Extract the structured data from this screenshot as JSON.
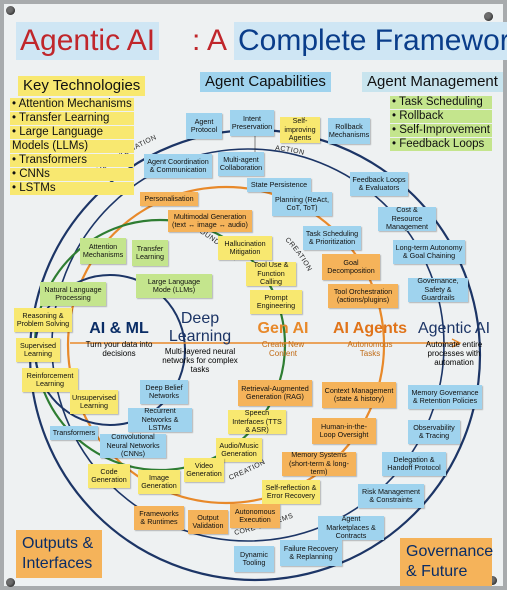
{
  "title": {
    "part1": "Agentic AI",
    "part2": ": A",
    "part3": "Complete Framework"
  },
  "headers": {
    "key_technologies": "Key Technologies",
    "agent_capabilities": "Agent Capabilities",
    "agent_management": "Agent Management"
  },
  "key_technologies": [
    "• Attention Mechanisms",
    "• Transfer Learning",
    "• Large Language",
    "Models (LLMs)",
    "• Transformers",
    "• CNNs",
    "• LSTMs"
  ],
  "agent_management": [
    "• Task Scheduling",
    "• Rollback",
    "• Self-Improvement",
    "• Feedback Loops"
  ],
  "rings": {
    "ai_ml": {
      "title": "AI & ML",
      "desc": "Turn your data into decisions"
    },
    "deep_learning": {
      "title": "Deep Learning",
      "desc": "Multi-layered neural networks for complex tasks"
    },
    "gen_ai": {
      "title": "Gen AI",
      "desc": "Create New Content"
    },
    "ai_agents": {
      "title": "AI Agents",
      "desc": "Autonomous Tasks"
    },
    "agentic_ai": {
      "title": "Agentic AI",
      "desc": "Automate entire processes with automation"
    }
  },
  "arc_labels": {
    "full_automation": "FULL AUTOMATION",
    "action": "ACTION",
    "foundation": "FOUNDATION",
    "creation_top": "CREATION",
    "creation_bottom": "CREATION",
    "core_systems": "CORE SYSTEMS"
  },
  "notes": {
    "agent_protocol": "Agent Protocol",
    "intent_preservation": "Intent Preservation",
    "self_improving_agents": "Self-improving Agents",
    "rollback_mechanisms": "Rollback Mechanisms",
    "agent_coordination": "Agent Coordination & Communication",
    "multi_agent_collab": "Multi-agent Collaboration",
    "state_persistence": "State Persistence",
    "feedback_loops": "Feedback Loops & Evaluators",
    "planning": "Planning (ReAct, CoT, ToT)",
    "cost_resource": "Cost & Resource Management",
    "personalisation": "Personalisation",
    "multimodal_generation": "Multimodal Generation (text ↔ image ↔ audio)",
    "task_scheduling": "Task Scheduling & Prioritization",
    "hallucination": "Hallucination Mitigation",
    "long_term_autonomy": "Long-term Autonomy & Goal Chaining",
    "attention_mechanisms": "Attention Mechanisms",
    "transfer_learning": "Transfer Learning",
    "tool_use": "Tool Use & Function Calling",
    "goal_decomposition": "Goal Decomposition",
    "governance_safety": "Governance, Safety & Guardrails",
    "llms": "Large Language Mode (LLMs)",
    "prompt_engineering": "Prompt Engineering",
    "tool_orchestration": "Tool Orchestration (actions/plugins)",
    "natural_language": "Natural Language Processing",
    "reasoning": "Reasoning & Problem Solving",
    "supervised": "Supervised Learning",
    "reinforcement": "Reinforcement Learning",
    "unsupervised": "Unsupervised Learning",
    "deep_belief": "Deep Belief Networks",
    "rag": "Retrieval-Augmented Generation (RAG)",
    "context_management": "Context Management (state & history)",
    "memory_governance": "Memory Governance & Retention Policies",
    "recurrent": "Recurrent Networks & LSTMs",
    "speech": "Speech Interfaces (TTS & ASR)",
    "observability": "Observability & Tracing",
    "transformers": "Transformers",
    "cnns": "Convolutional Neural Networks (CNNs)",
    "human_loop": "Human-in-the-Loop Oversight",
    "audio_music": "Audio/Music Generation",
    "delegation": "Delegation & Handoff Protocol",
    "memory_systems": "Memory Systems (short-term & long-term)",
    "code_generation": "Code Generation",
    "image_generation": "Image Generation",
    "video_generation": "Video Generation",
    "self_reflection": "Self-reflection & Error Recovery",
    "risk_management": "Risk Management & Constraints",
    "frameworks": "Frameworks & Runtimes",
    "output_validation": "Output Validation",
    "autonomous_execution": "Autonomous Execution",
    "agent_marketplaces": "Agent Marketplaces & Contracts",
    "dynamic_tooling": "Dynamic Tooling",
    "failure_recovery": "Failure Recovery & Replanning"
  },
  "corners": {
    "outputs": "Outputs & Interfaces",
    "governance": "Governance & Future"
  },
  "colors": {
    "title_red": "#c0262b",
    "title_blue": "#0a3d8a",
    "ring_green": "#2e7d32",
    "ring_orange": "#e8892a",
    "ring_navy": "#1c3566"
  }
}
